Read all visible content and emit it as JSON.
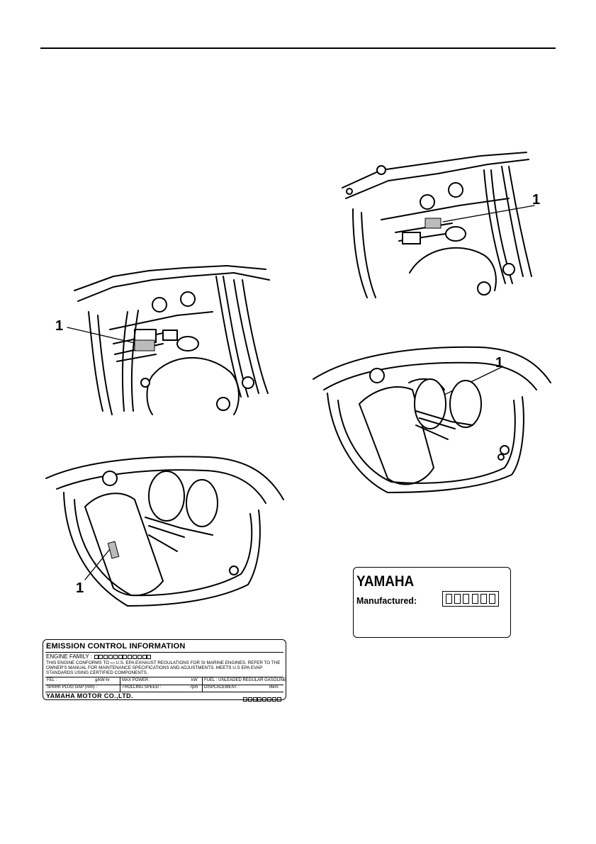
{
  "figures": {
    "callout_1": "1",
    "callout_2": "1",
    "callout_3": "1",
    "callout_4": "1"
  },
  "emission_label": {
    "title": "EMISSION CONTROL INFORMATION",
    "engine_family": "ENGINE FAMILY :",
    "body": "THIS ENGINE CONFORMS TO ▭ U.S. EPA EXHAUST REGULATIONS FOR SI MARINE ENGINES. REFER TO THE OWNER'S MANUAL FOR MAINTENANCE SPECIFICATIONS AND ADJUSTMENTS. MEETS U.S EPA EVAP STANDARDS USING CERTIFIED COMPONENTS.",
    "fel": "FEL :",
    "fel_unit": "g/kW-hr",
    "max_power": "MAX POWER :",
    "max_power_unit": "kW",
    "fuel": "FUEL : UNLEADED REGULAR GASOLINE",
    "spark_plug": "SPARK PLUG GAP (mm) :",
    "trolling": "TROLLING SPEED :",
    "trolling_unit": "rpm",
    "displacement": "DISPLACEMENT :",
    "displacement_unit": "liters",
    "company": "YAMAHA MOTOR CO.,LTD."
  },
  "manufactured_label": {
    "brand": "YAMAHA",
    "label": "Manufactured:"
  }
}
